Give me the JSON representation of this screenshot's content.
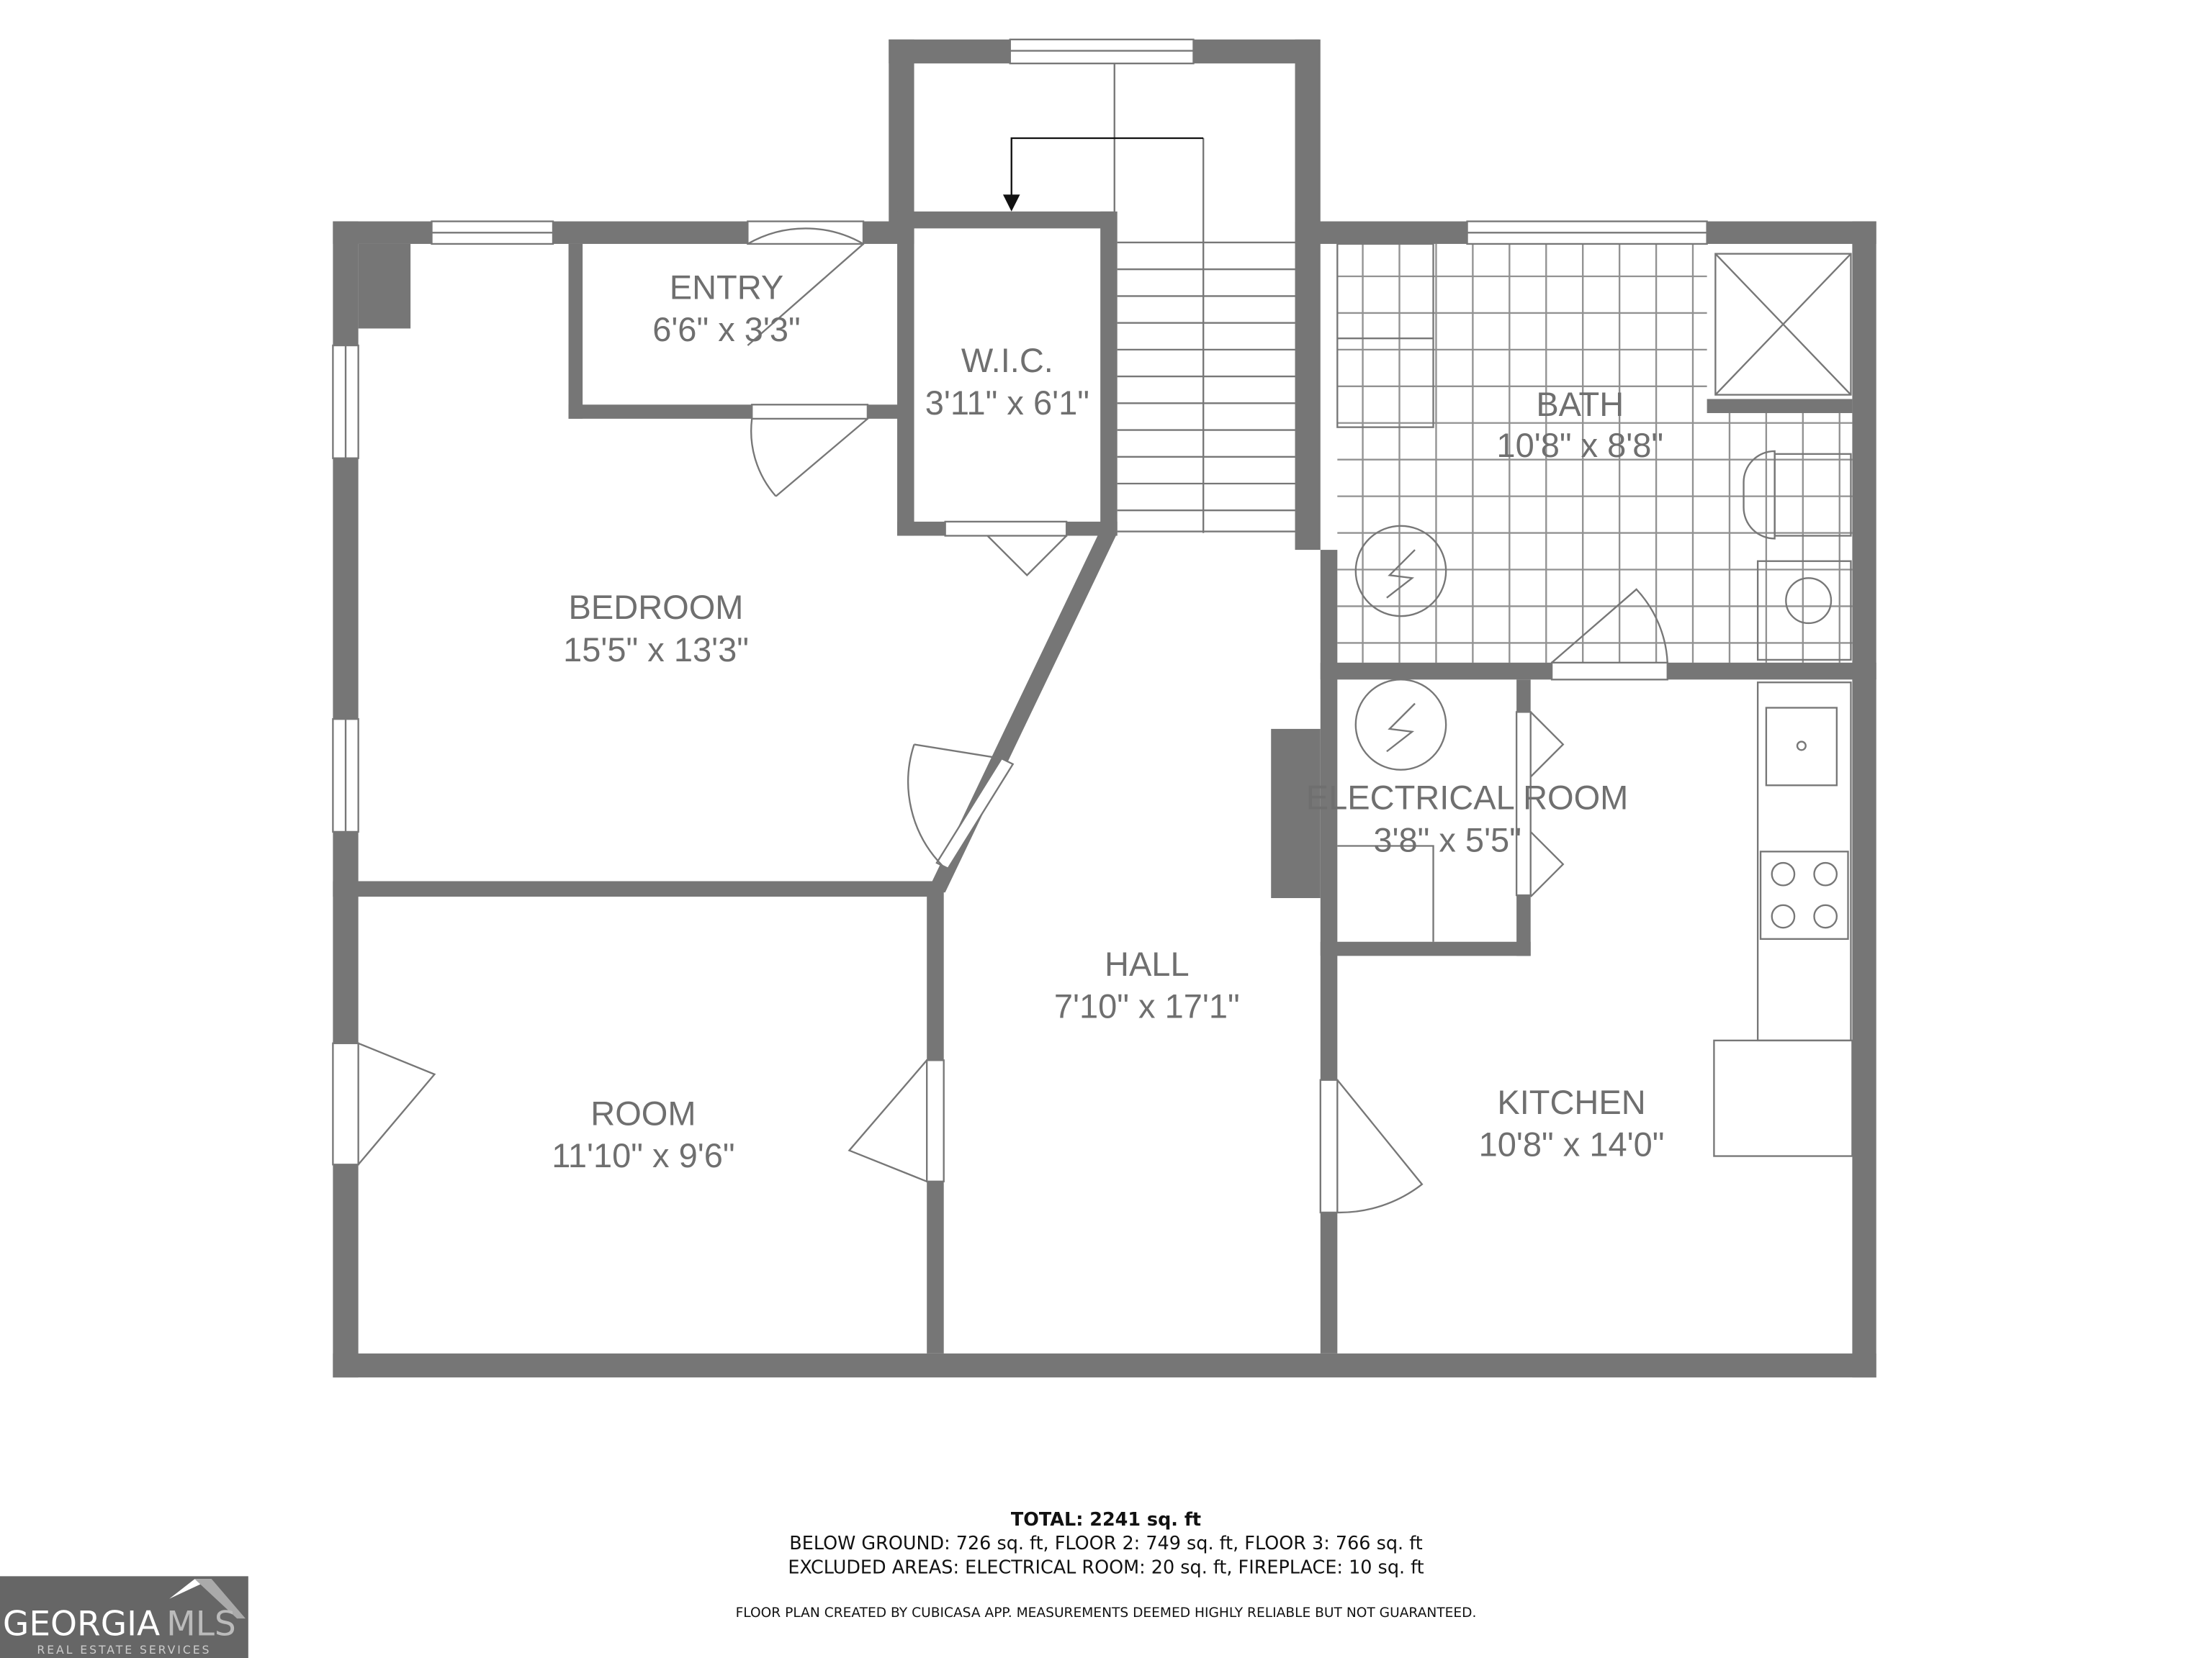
{
  "rooms": {
    "entry": {
      "name": "ENTRY",
      "dims": "6'6\" x 3'3\""
    },
    "wic": {
      "name": "W.I.C.",
      "dims": "3'11\" x 6'1\""
    },
    "bath": {
      "name": "BATH",
      "dims": "10'8\" x 8'8\""
    },
    "bedroom": {
      "name": "BEDROOM",
      "dims": "15'5\" x 13'3\""
    },
    "electrical": {
      "name": "ELECTRICAL ROOM",
      "dims": "3'8\" x 5'5\""
    },
    "hall": {
      "name": "HALL",
      "dims": "7'10\" x 17'1\""
    },
    "room": {
      "name": "ROOM",
      "dims": "11'10\" x 9'6\""
    },
    "kitchen": {
      "name": "KITCHEN",
      "dims": "10'8\" x 14'0\""
    }
  },
  "footer": {
    "total": "TOTAL: 2241 sq. ft",
    "floors": "BELOW GROUND: 726 sq. ft, FLOOR 2: 749 sq. ft, FLOOR 3: 766 sq. ft",
    "excluded": "EXCLUDED AREAS: ELECTRICAL ROOM: 20 sq. ft, FIREPLACE: 10 sq. ft",
    "disclaimer": "FLOOR PLAN CREATED BY CUBICASA APP. MEASUREMENTS DEEMED HIGHLY RELIABLE BUT NOT GUARANTEED."
  },
  "logo": {
    "text_a": "GEORGIA",
    "text_b": "MLS",
    "tagline": "REAL ESTATE SERVICES"
  },
  "colors": {
    "wall": "#767676",
    "label": "#6f6f6f"
  }
}
